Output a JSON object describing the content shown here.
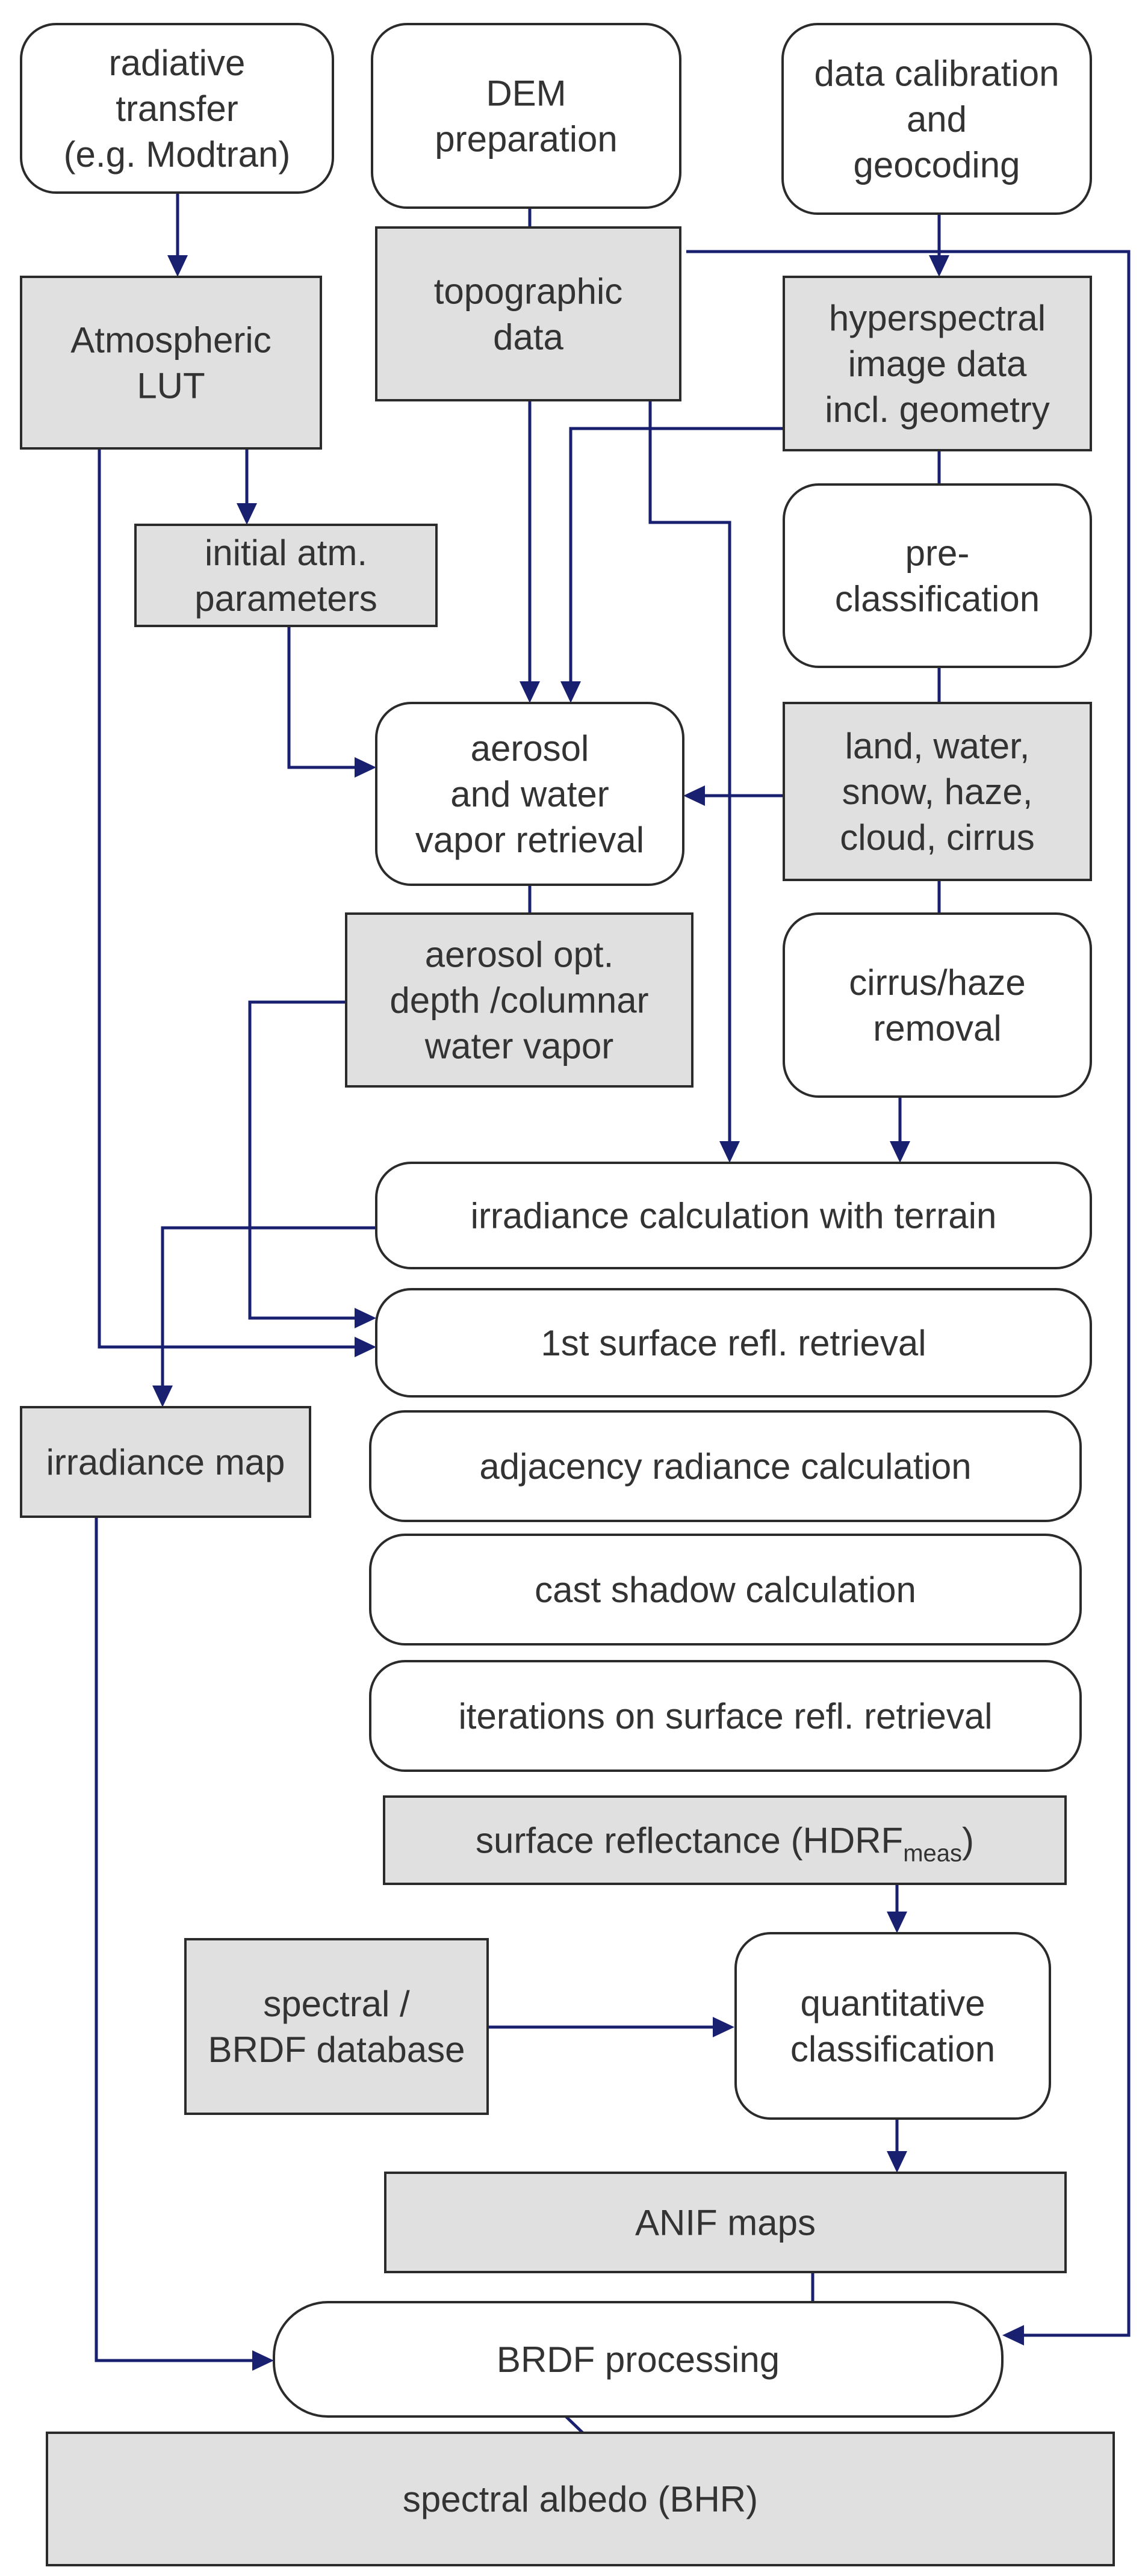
{
  "colors": {
    "edge": "#1a2070",
    "data_fill": "#e0e0e0",
    "process_fill": "#ffffff",
    "border": "#2b2b2b",
    "text": "#333333"
  },
  "nodes": {
    "radiative_transfer": {
      "kind": "process",
      "lines": [
        "radiative",
        "transfer",
        "(e.g. Modtran)"
      ]
    },
    "dem_preparation": {
      "kind": "process",
      "lines": [
        "DEM",
        "preparation"
      ]
    },
    "data_calibration": {
      "kind": "process",
      "lines": [
        "data calibration",
        "and",
        "geocoding"
      ]
    },
    "atmospheric_lut": {
      "kind": "data",
      "lines": [
        "Atmospheric",
        "LUT"
      ]
    },
    "topographic_data": {
      "kind": "data",
      "lines": [
        "topographic",
        "data"
      ]
    },
    "hyperspectral_image": {
      "kind": "data",
      "lines": [
        "hyperspectral",
        "image data",
        "incl. geometry"
      ]
    },
    "initial_atm_parameters": {
      "kind": "data",
      "lines": [
        "initial atm.",
        "parameters"
      ]
    },
    "pre_classification": {
      "kind": "process",
      "lines": [
        "pre-",
        "classification"
      ]
    },
    "aerosol_retrieval": {
      "kind": "process",
      "lines": [
        "aerosol",
        "and water",
        "vapor retrieval"
      ]
    },
    "land_water_classes": {
      "kind": "data",
      "lines": [
        "land, water,",
        "snow, haze,",
        "cloud, cirrus"
      ]
    },
    "aerosol_depth": {
      "kind": "data",
      "lines": [
        "aerosol opt.",
        "depth /columnar",
        "water vapor"
      ]
    },
    "cirrus_haze_removal": {
      "kind": "process",
      "lines": [
        "cirrus/haze",
        "removal"
      ]
    },
    "irradiance_calc": {
      "kind": "process",
      "lines": [
        "irradiance calculation with terrain"
      ]
    },
    "first_surface_refl": {
      "kind": "process",
      "lines": [
        "1st surface refl. retrieval"
      ]
    },
    "irradiance_map": {
      "kind": "data",
      "lines": [
        "irradiance map"
      ]
    },
    "adjacency_radiance": {
      "kind": "process",
      "lines": [
        "adjacency radiance calculation"
      ]
    },
    "cast_shadow": {
      "kind": "process",
      "lines": [
        "cast shadow  calculation"
      ]
    },
    "iterations": {
      "kind": "process",
      "lines": [
        "iterations on  surface refl. retrieval"
      ]
    },
    "surface_reflectance": {
      "kind": "data",
      "main": "surface reflectance (HDRF",
      "sub": "meas",
      "tail": ")"
    },
    "spectral_brdf_db": {
      "kind": "data",
      "lines": [
        "spectral /",
        "BRDF database"
      ]
    },
    "quantitative_classification": {
      "kind": "process",
      "lines": [
        "quantitative",
        "classification"
      ]
    },
    "anif_maps": {
      "kind": "data",
      "lines": [
        "ANIF maps"
      ]
    },
    "brdf_processing": {
      "kind": "process",
      "lines": [
        "BRDF processing"
      ]
    },
    "spectral_albedo": {
      "kind": "data",
      "lines": [
        "spectral albedo (BHR)"
      ]
    }
  }
}
